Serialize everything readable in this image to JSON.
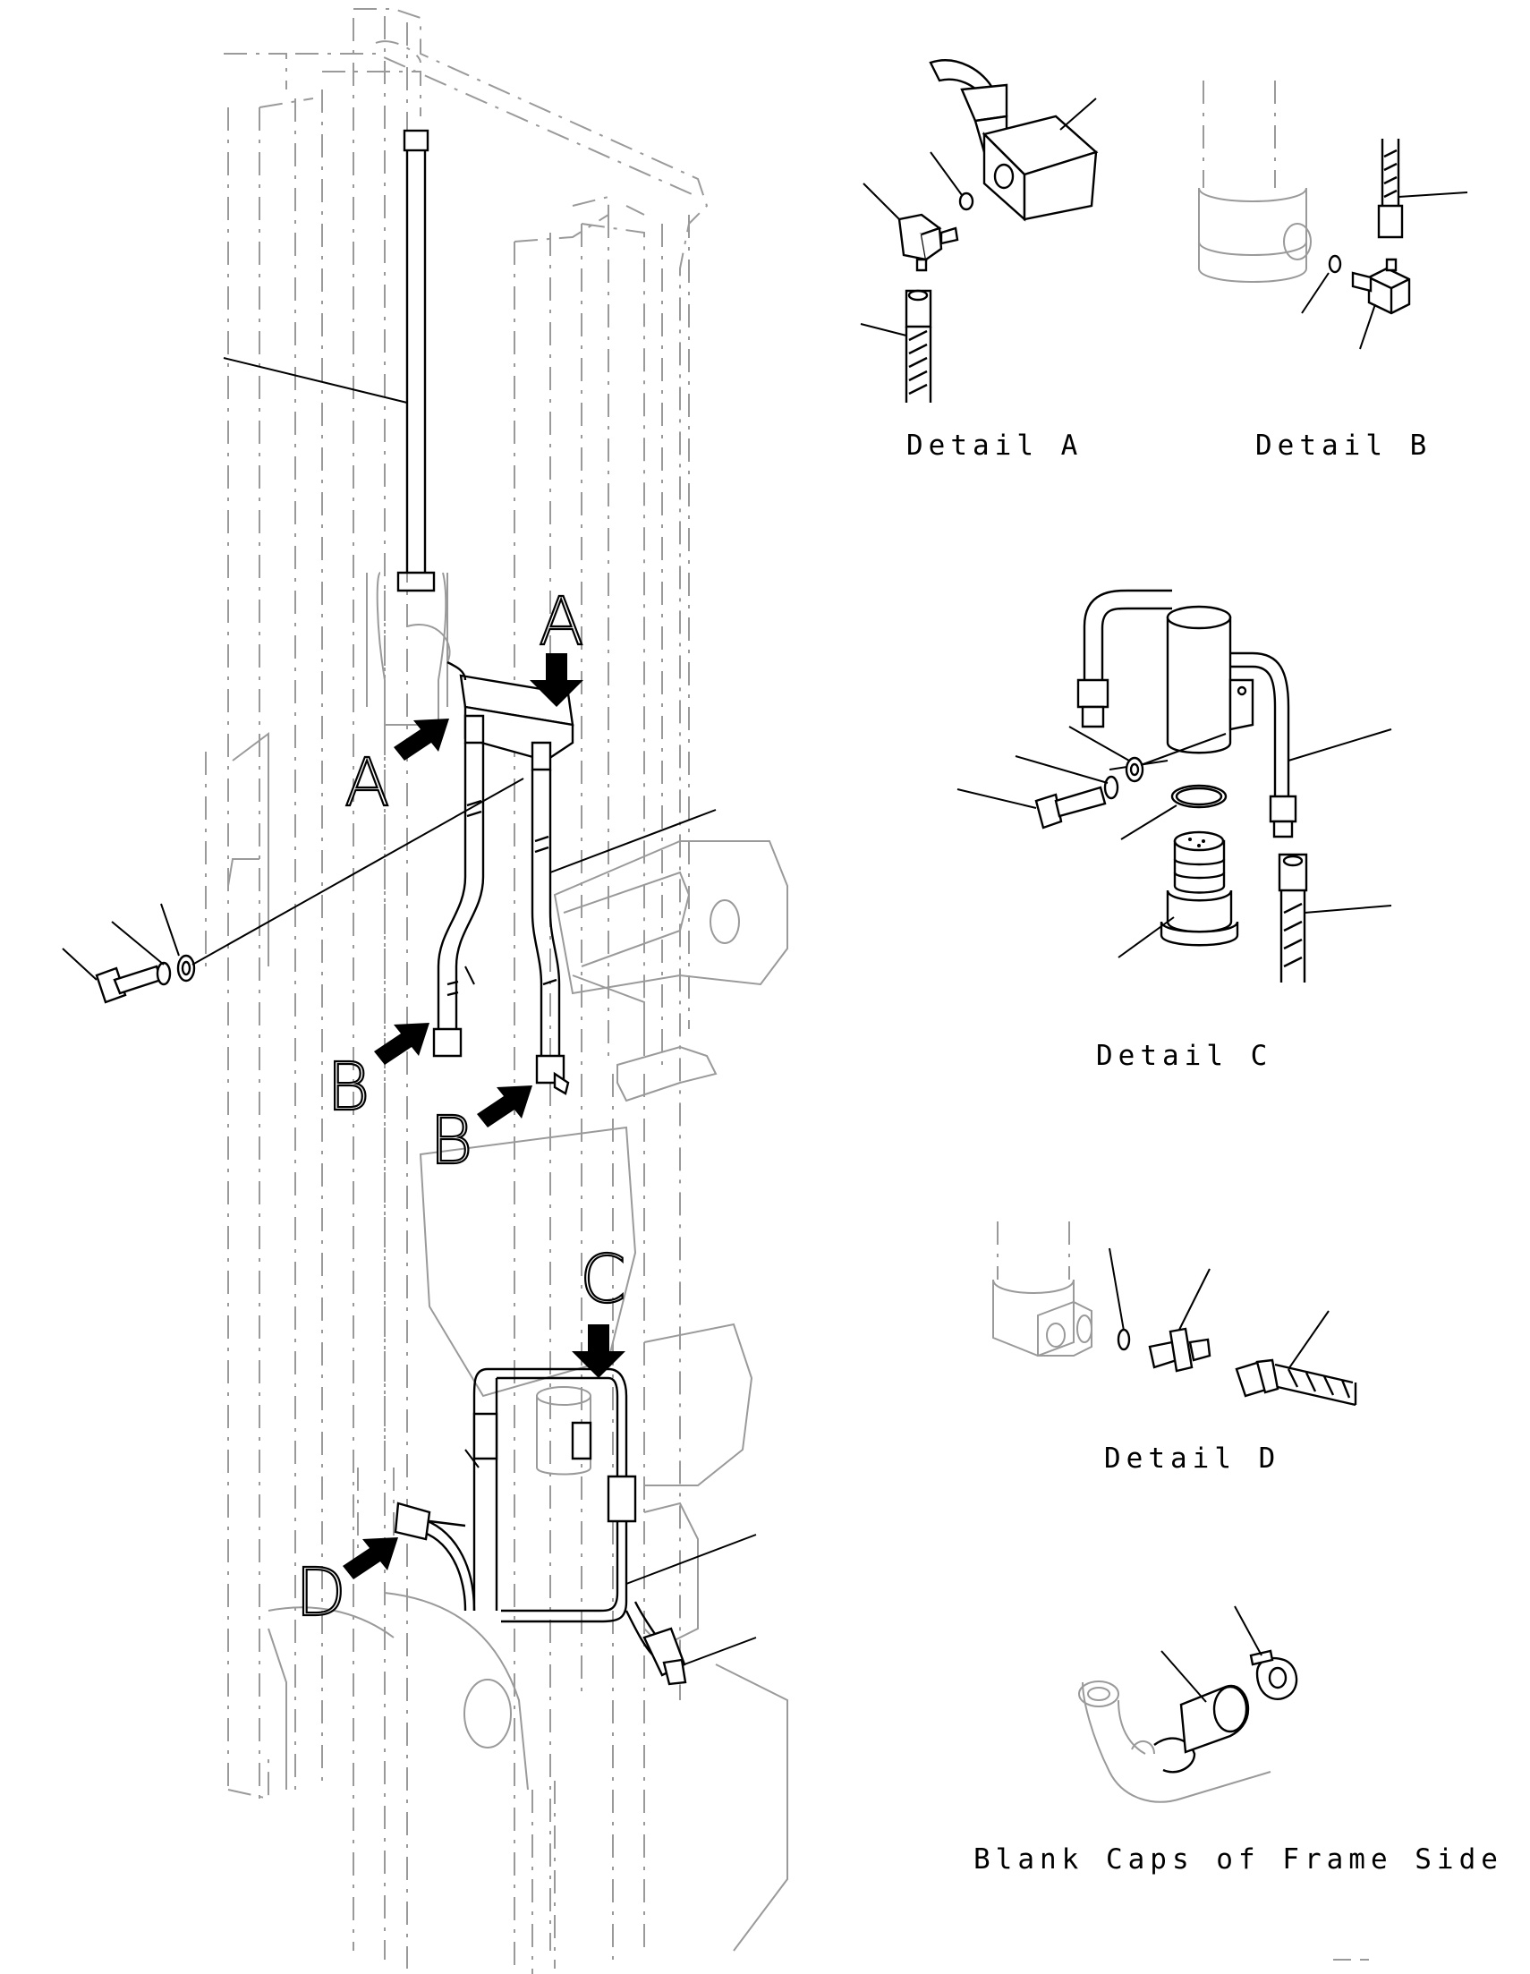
{
  "callouts": [
    "A",
    "A",
    "B",
    "B",
    "C",
    "D"
  ],
  "labels": {
    "detail_a": "Detail A",
    "detail_b": "Detail B",
    "detail_c": "Detail C",
    "detail_d": "Detail D",
    "blank_caps": "Blank Caps of Frame Side"
  }
}
